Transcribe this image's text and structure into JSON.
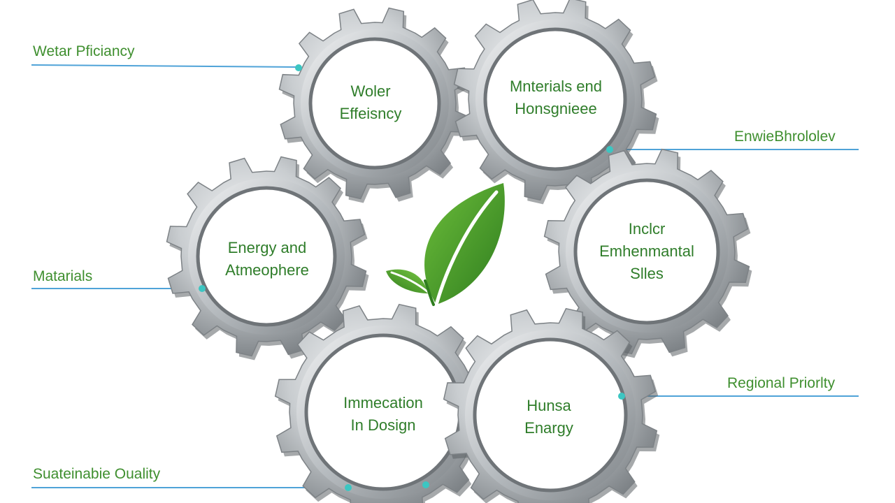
{
  "colors": {
    "label_text": "#3f8f2f",
    "gear_text": "#2f7d2a",
    "connector_line": "#4fa3d8",
    "connector_dot": "#3cc6c2",
    "gear_dark": "#6f7478",
    "gear_light": "#e6e8ea",
    "leaf_dark": "#2f7d1f",
    "leaf_light": "#6cbd3a"
  },
  "center_icon": "leaf-icon",
  "side_labels": {
    "water_efficiency": "Wetar Pficiancy",
    "environmental": "EnwieBhrololev",
    "materials": "Matarials",
    "regional_priority": "Regional Priorlty",
    "sustainable_quality": "Suateinabie Ouality"
  },
  "gears": {
    "water": {
      "line1": "Woler",
      "line2": "Effeisncy"
    },
    "materials": {
      "line1": "Mnterials end",
      "line2": "Honsgnieee"
    },
    "energy": {
      "line1": "Energy and",
      "line2": "Atmeophere"
    },
    "indoor": {
      "line1": "Inclcr",
      "line2": "Emhenmantal",
      "line3": "Slles"
    },
    "innovation": {
      "line1": "Immecation",
      "line2": "In Dosign"
    },
    "human": {
      "line1": "Hunsa",
      "line2": "Enargy"
    }
  }
}
